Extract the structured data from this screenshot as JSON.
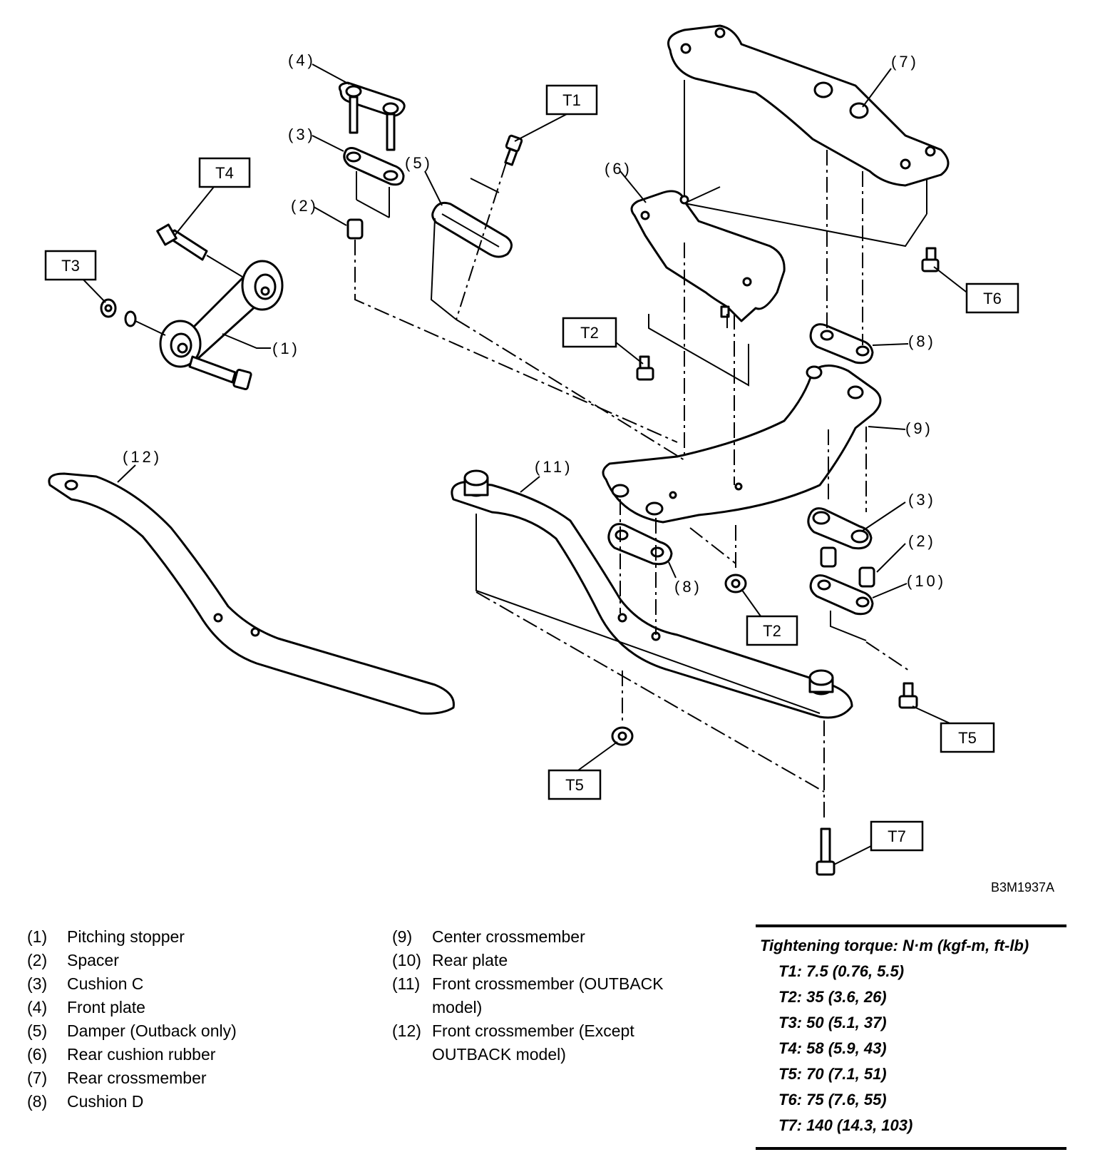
{
  "figure_id": "B3M1937A",
  "callouts": {
    "c1": "(1)",
    "c2a": "(2)",
    "c2b": "(2)",
    "c3a": "(3)",
    "c3b": "(3)",
    "c4": "(4)",
    "c5": "(5)",
    "c6": "(6)",
    "c7": "(7)",
    "c8a": "(8)",
    "c8b": "(8)",
    "c9": "(9)",
    "c10": "(10)",
    "c11": "(11)",
    "c12": "(12)"
  },
  "torque_tags": {
    "t1": "T1",
    "t2a": "T2",
    "t2b": "T2",
    "t3": "T3",
    "t4": "T4",
    "t5a": "T5",
    "t5b": "T5",
    "t6": "T6",
    "t7": "T7"
  },
  "legend_left": [
    {
      "num": "(1)",
      "text": "Pitching stopper"
    },
    {
      "num": "(2)",
      "text": "Spacer"
    },
    {
      "num": "(3)",
      "text": "Cushion C"
    },
    {
      "num": "(4)",
      "text": "Front plate"
    },
    {
      "num": "(5)",
      "text": "Damper (Outback only)"
    },
    {
      "num": "(6)",
      "text": "Rear cushion rubber"
    },
    {
      "num": "(7)",
      "text": "Rear crossmember"
    },
    {
      "num": "(8)",
      "text": "Cushion D"
    }
  ],
  "legend_right": [
    {
      "num": "(9)",
      "text": "Center crossmember"
    },
    {
      "num": "(10)",
      "text": "Rear plate"
    },
    {
      "num": "(11)",
      "text": "Front crossmember (OUTBACK model)"
    },
    {
      "num": "(12)",
      "text": "Front crossmember (Except OUTBACK model)"
    }
  ],
  "torque_table": {
    "heading": "Tightening torque: N·m (kgf-m, ft-lb)",
    "values": [
      "T1: 7.5 (0.76, 5.5)",
      "T2: 35 (3.6, 26)",
      "T3: 50 (5.1, 37)",
      "T4: 58 (5.9, 43)",
      "T5: 70 (7.1, 51)",
      "T6: 75 (7.6, 55)",
      "T7: 140 (14.3, 103)"
    ]
  }
}
